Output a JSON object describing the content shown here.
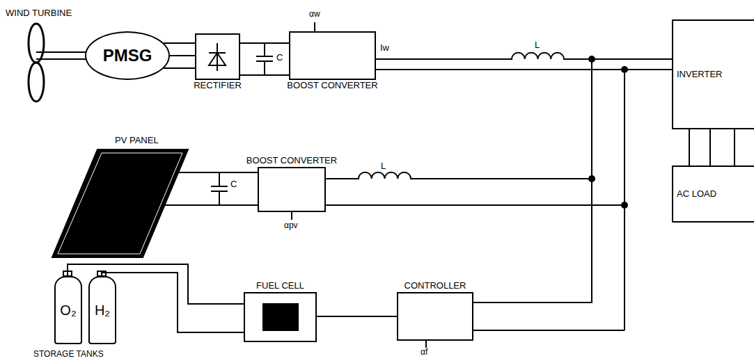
{
  "diagram": {
    "nodes": [
      {
        "text": [
          "PMSG"
        ]
      },
      {
        "text": [
          "RECTIFIER"
        ]
      },
      {
        "text": [
          "BOOST CONVERTER"
        ]
      },
      {
        "text": [
          "INVERTER"
        ]
      },
      {
        "text": [
          "AC LOAD"
        ]
      },
      {
        "text": [
          "PV PANEL"
        ]
      },
      {
        "text": [
          "BOOST CONVERTER"
        ]
      },
      {
        "text": [
          "O₂"
        ]
      },
      {
        "text": [
          "H₂"
        ]
      },
      {
        "text": [
          "FUEL CELL"
        ]
      },
      {
        "text": [
          "CONTROLLER"
        ]
      }
    ],
    "edges": [
      {
        "from": 0,
        "to": 1,
        "arrow": "none"
      },
      {
        "from": 1,
        "to": 2,
        "arrow": "none"
      },
      {
        "from": 2,
        "to": 3,
        "arrow": "none"
      },
      {
        "from": 3,
        "to": 4,
        "arrow": "none"
      },
      {
        "from": 5,
        "to": 6,
        "arrow": "none"
      },
      {
        "from": 6,
        "to": 3,
        "arrow": "none"
      },
      {
        "from": 7,
        "to": 9,
        "arrow": "none"
      },
      {
        "from": 8,
        "to": 9,
        "arrow": "none"
      },
      {
        "from": 9,
        "to": 10,
        "arrow": "none"
      },
      {
        "from": 10,
        "to": 3,
        "arrow": "none"
      }
    ],
    "labels": [
      "WIND TURBINE",
      "αw",
      "C",
      "Iw",
      "L",
      "C",
      "L",
      "αpv",
      "αf",
      "STORAGE TANKS"
    ]
  }
}
